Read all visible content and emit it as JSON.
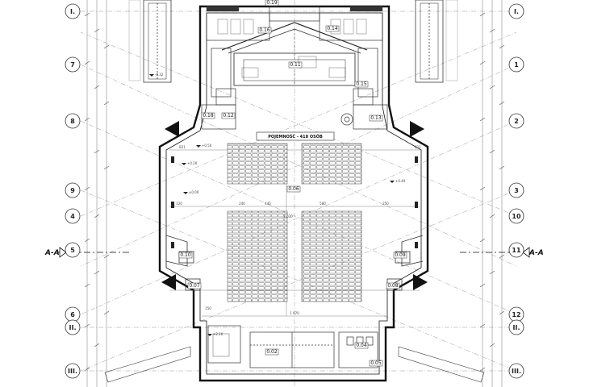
{
  "plan": {
    "capacity_label": "POJEMNOŚĆ - 418 OSÓB",
    "section_marks": [
      {
        "id": "left",
        "label": "A-A"
      },
      {
        "id": "right",
        "label": "A-A"
      }
    ],
    "grid_left": [
      {
        "id": "I",
        "label": "I."
      },
      {
        "id": "7",
        "label": "7"
      },
      {
        "id": "8",
        "label": "8"
      },
      {
        "id": "9",
        "label": "9"
      },
      {
        "id": "4",
        "label": "4"
      },
      {
        "id": "5",
        "label": "5"
      },
      {
        "id": "6",
        "label": "6"
      },
      {
        "id": "II",
        "label": "II."
      },
      {
        "id": "III",
        "label": "III."
      }
    ],
    "grid_right": [
      {
        "id": "I",
        "label": "I."
      },
      {
        "id": "1",
        "label": "1"
      },
      {
        "id": "2",
        "label": "2"
      },
      {
        "id": "3",
        "label": "3"
      },
      {
        "id": "10",
        "label": "10"
      },
      {
        "id": "11",
        "label": "11"
      },
      {
        "id": "12",
        "label": "12"
      },
      {
        "id": "II",
        "label": "II."
      },
      {
        "id": "III",
        "label": "III."
      }
    ],
    "rooms": [
      {
        "id": "0.19",
        "label": "0.19"
      },
      {
        "id": "0.16",
        "label": "0.16"
      },
      {
        "id": "0.14",
        "label": "0.14"
      },
      {
        "id": "0.11",
        "label": "0.11"
      },
      {
        "id": "0.15",
        "label": "0.15"
      },
      {
        "id": "0.18",
        "label": "0.18"
      },
      {
        "id": "0.12",
        "label": "0.12"
      },
      {
        "id": "0.13",
        "label": "0.13"
      },
      {
        "id": "0.06",
        "label": "0.06"
      },
      {
        "id": "0.10",
        "label": "0.10"
      },
      {
        "id": "0.09",
        "label": "0.09"
      },
      {
        "id": "0.07",
        "label": "0.07"
      },
      {
        "id": "0.08",
        "label": "0.08"
      },
      {
        "id": "0.02",
        "label": "0.02"
      },
      {
        "id": "0.04",
        "label": "0.04"
      },
      {
        "id": "0.05",
        "label": "0.05"
      }
    ],
    "elevations": [
      "±0.00",
      "+0.20",
      "+0.50",
      "+0.40",
      "-0.32",
      "+2.10"
    ],
    "dimensions": [
      "821",
      "211",
      "240",
      "440",
      "580",
      "1 970",
      "120",
      "250",
      "2 030",
      "150"
    ]
  }
}
